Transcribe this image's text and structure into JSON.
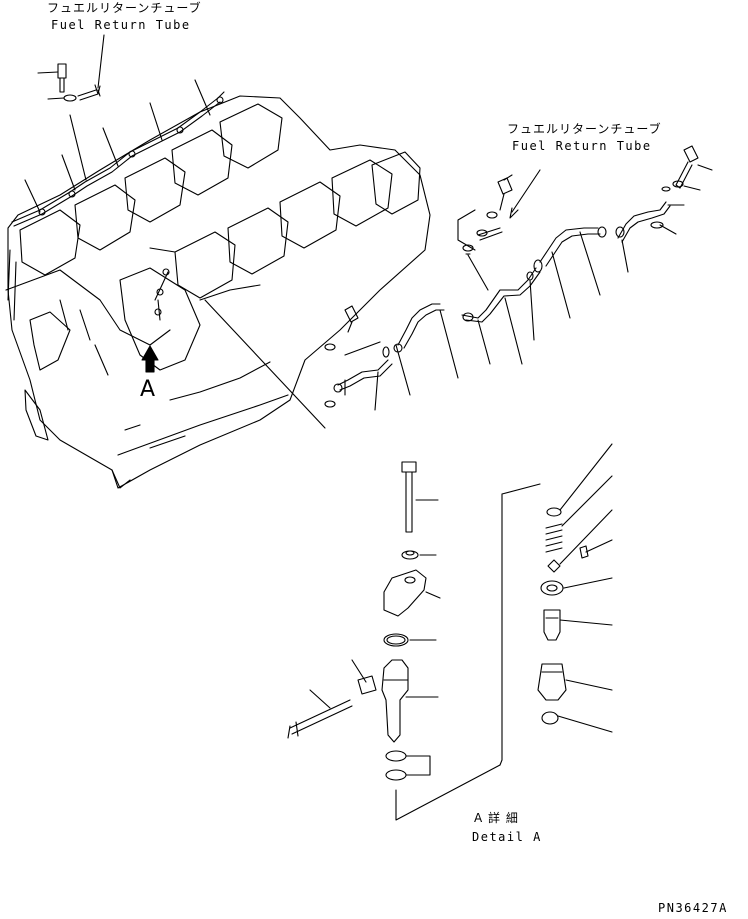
{
  "labels": {
    "fuel_return_tube_top_jp": "フュエルリターンチューブ",
    "fuel_return_tube_top_en": "Fuel Return Tube",
    "fuel_return_tube_right_jp": "フュエルリターンチューブ",
    "fuel_return_tube_right_en": "Fuel Return Tube",
    "view_arrow_letter": "A",
    "detail_jp": "A 詳 細",
    "detail_en": "Detail A",
    "figure_code": "PN36427A"
  }
}
